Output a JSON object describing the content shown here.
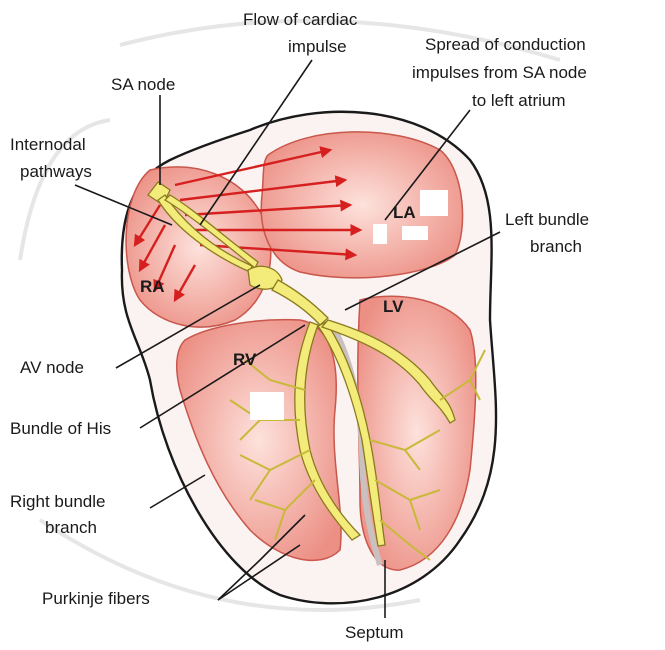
{
  "diagram": {
    "chambers": {
      "ra": "RA",
      "la": "LA",
      "rv": "RV",
      "lv": "LV"
    },
    "labels": {
      "flow_line1": "Flow of cardiac",
      "flow_line2": "impulse",
      "spread_line1": "Spread of conduction",
      "spread_line2": "impulses from SA node",
      "spread_line3": "to left atrium",
      "sa_node": "SA node",
      "internodal_line1": "Internodal",
      "internodal_line2": "pathways",
      "left_bundle_line1": "Left bundle",
      "left_bundle_line2": "branch",
      "av_node": "AV node",
      "bundle_his": "Bundle of His",
      "right_bundle_line1": "Right bundle",
      "right_bundle_line2": "branch",
      "purkinje": "Purkinje fibers",
      "septum": "Septum"
    },
    "colors": {
      "chamber_fill": "#f2a9a0",
      "chamber_edge": "#c9574c",
      "conduction_fill": "#f3ec7a",
      "conduction_edge": "#8a7a1e",
      "impulse_arrow": "#d62020",
      "heart_outline": "#1a1a1a"
    }
  }
}
